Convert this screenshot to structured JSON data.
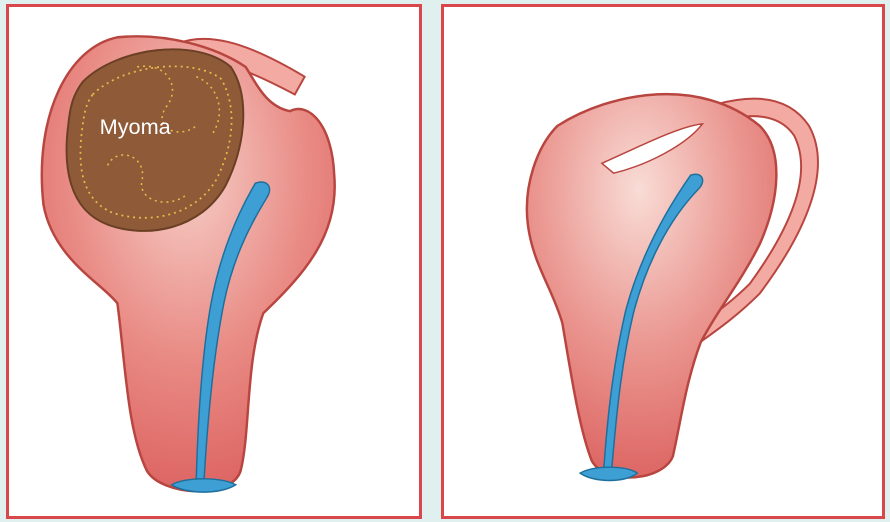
{
  "figure": {
    "panels": [
      {
        "id": "left",
        "label": "Myoma"
      },
      {
        "id": "right"
      }
    ]
  },
  "colors": {
    "frame": "#d9474b",
    "background": "#dff0ee",
    "uterus_fill": "#e06a68",
    "uterus_stroke": "#b8453f",
    "cavity": "#3d9fd3",
    "myoma": "#8e5a38",
    "myoma_dots": "#e8b84a"
  }
}
